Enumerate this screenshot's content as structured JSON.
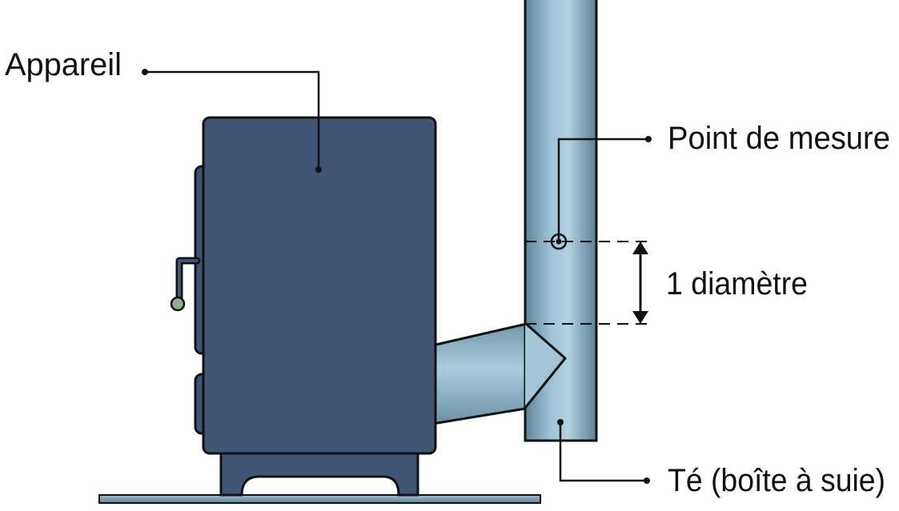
{
  "labels": {
    "appliance": "Appareil",
    "measure_point": "Point de mesure",
    "one_diameter": "1 diamètre",
    "tee": "Té (boîte à suie)"
  },
  "colors": {
    "appliance_body": "#425474",
    "appliance_stroke": "#111111",
    "pipe_light": "#a9cbdc",
    "pipe_dark": "#5e8596",
    "handle_knob": "#8fae8d",
    "hearth_plate": "#6c8ea0"
  },
  "icons": {
    "measure_point": "circle-marker",
    "dimension": "double-arrow-vertical"
  }
}
